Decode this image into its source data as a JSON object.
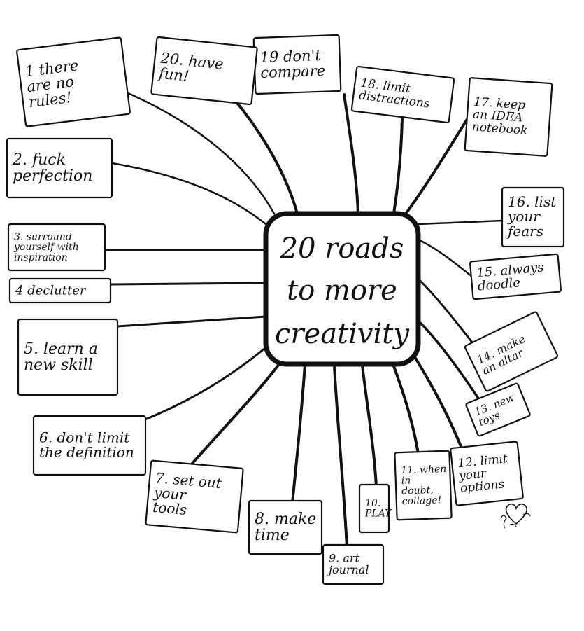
{
  "center": {
    "lines": [
      "20 roads",
      "to more",
      "creativity"
    ]
  },
  "roads": [
    {
      "lines": [
        "1 there",
        "are no",
        "rules!"
      ]
    },
    {
      "lines": [
        "2. fuck",
        "perfection"
      ]
    },
    {
      "lines": [
        "3. surround",
        "yourself with",
        "inspiration"
      ]
    },
    {
      "lines": [
        "4 declutter"
      ]
    },
    {
      "lines": [
        "5. learn a",
        "new skill"
      ]
    },
    {
      "lines": [
        "6. don't limit",
        "the definition"
      ]
    },
    {
      "lines": [
        "7. set out",
        "your",
        "tools"
      ]
    },
    {
      "lines": [
        "8. make",
        "time"
      ]
    },
    {
      "lines": [
        "9. art",
        "journal"
      ]
    },
    {
      "lines": [
        "10.",
        "PLAY"
      ]
    },
    {
      "lines": [
        "11. when",
        "in",
        "doubt,",
        "collage!"
      ]
    },
    {
      "lines": [
        "12. limit",
        "your",
        "options"
      ]
    },
    {
      "lines": [
        "13. new",
        "toys"
      ]
    },
    {
      "lines": [
        "14. make",
        "an altar"
      ]
    },
    {
      "lines": [
        "15. always",
        "doodle"
      ]
    },
    {
      "lines": [
        "16. list",
        "your",
        "fears"
      ]
    },
    {
      "lines": [
        "17. keep",
        "an IDEA",
        "notebook"
      ]
    },
    {
      "lines": [
        "18. limit",
        "distractions"
      ]
    },
    {
      "lines": [
        "19 don't",
        "compare"
      ]
    },
    {
      "lines": [
        "20. have",
        "fun!"
      ]
    }
  ]
}
